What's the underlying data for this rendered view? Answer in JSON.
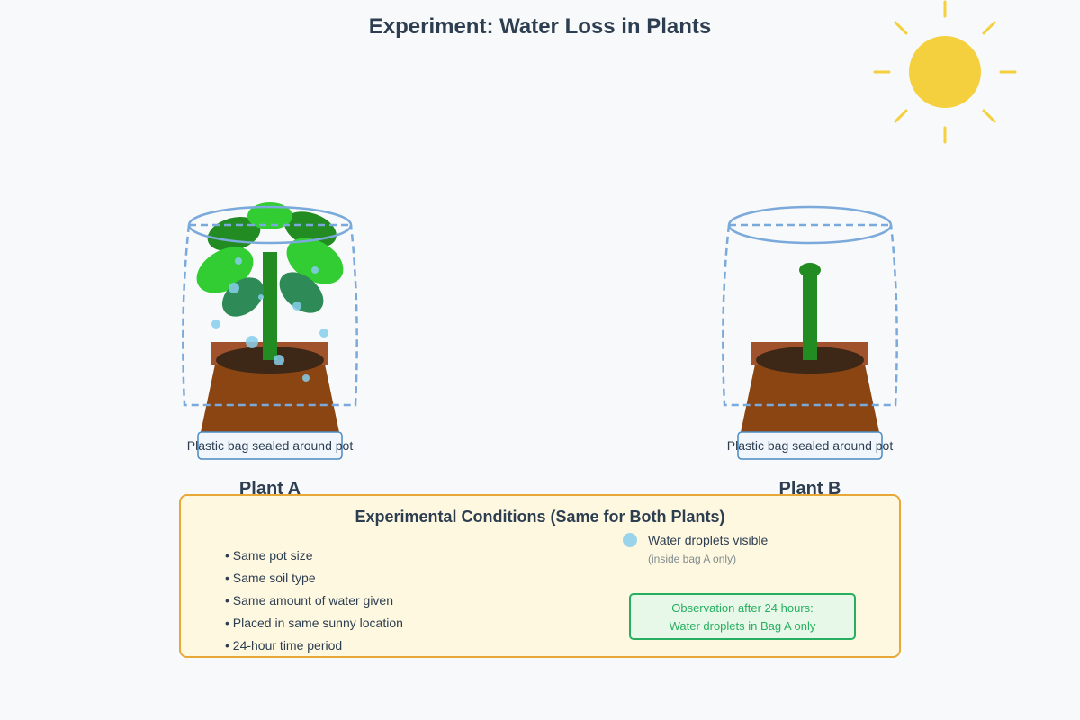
{
  "title": "Experiment: Water Loss in Plants",
  "icons": {
    "sun": "sun-icon",
    "droplet": "water-droplet-icon"
  },
  "colors": {
    "background": "#f8f9fa",
    "sun": "#f4d03f",
    "bag": "#7aa9db",
    "pot": "#8b4513",
    "pot_rim": "#a0522d",
    "soil": "#3d2817",
    "stem": "#228b22",
    "droplet": "#87ceeb",
    "panel_fill": "#fff8e1",
    "panel_border": "#e8a838",
    "observation": "#27ae60"
  },
  "plants": [
    {
      "id": "A",
      "label": "Plant A",
      "bag_label": "Plastic bag sealed around pot",
      "has_leaves": true
    },
    {
      "id": "B",
      "label": "Plant B",
      "bag_label": "Plastic bag sealed around pot",
      "has_leaves": false
    }
  ],
  "conditions": {
    "title": "Experimental Conditions (Same for Both Plants)",
    "items": [
      "• Same pot size",
      "• Same soil type",
      "• Same amount of water given",
      "• Placed in same sunny location",
      "• 24-hour time period"
    ]
  },
  "legend": {
    "label": "Water droplets visible",
    "note": "(inside bag A only)"
  },
  "observation": {
    "line1": "Observation after 24 hours:",
    "line2": "Water droplets in Bag A only"
  }
}
